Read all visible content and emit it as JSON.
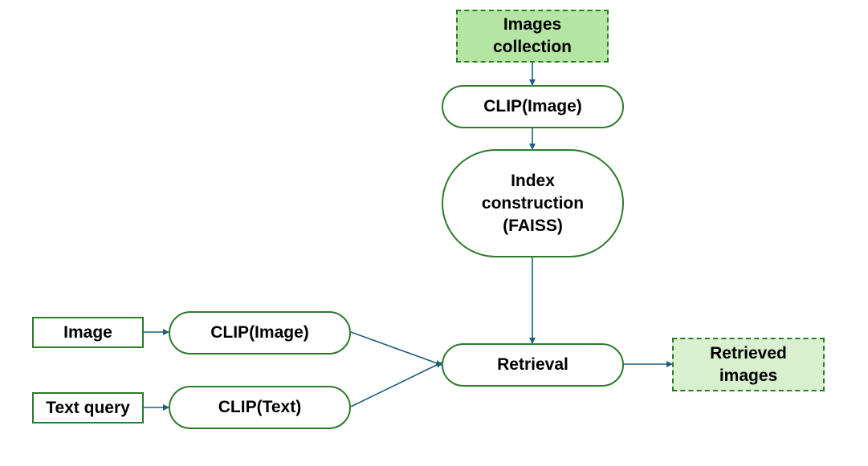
{
  "diagram": {
    "nodes": {
      "images_collection": {
        "label": "Images\ncollection",
        "fill": "#b5e5a3"
      },
      "clip_image_top": {
        "label": "CLIP(Image)"
      },
      "index_construction": {
        "label": "Index\nconstruction\n(FAISS)"
      },
      "image_input": {
        "label": "Image"
      },
      "text_query_input": {
        "label": "Text query"
      },
      "clip_image_query": {
        "label": "CLIP(Image)"
      },
      "clip_text_query": {
        "label": "CLIP(Text)"
      },
      "retrieval": {
        "label": "Retrieval"
      },
      "retrieved_images": {
        "label": "Retrieved\nimages",
        "fill": "#d9f0cf"
      }
    },
    "edges": [
      {
        "from": "images_collection",
        "to": "clip_image_top"
      },
      {
        "from": "clip_image_top",
        "to": "index_construction"
      },
      {
        "from": "index_construction",
        "to": "retrieval"
      },
      {
        "from": "image_input",
        "to": "clip_image_query"
      },
      {
        "from": "text_query_input",
        "to": "clip_text_query"
      },
      {
        "from": "clip_image_query",
        "to": "retrieval"
      },
      {
        "from": "clip_text_query",
        "to": "retrieval"
      },
      {
        "from": "retrieval",
        "to": "retrieved_images"
      }
    ],
    "colors": {
      "border": "#2e7a2e",
      "arrow": "#1f5f7a"
    }
  }
}
